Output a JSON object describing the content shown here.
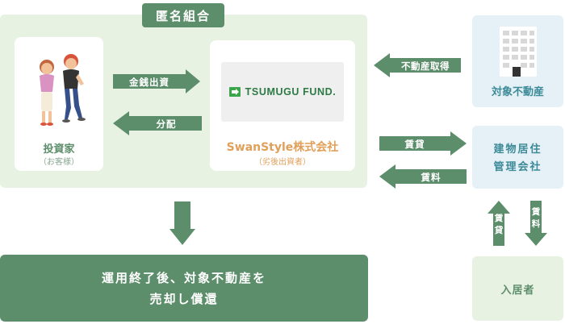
{
  "kumiai": {
    "label": "匿名組合"
  },
  "investor": {
    "label": "投資家",
    "sub": "（お客様）"
  },
  "swanstyle": {
    "logo_text": "TSUMUGU FUND.",
    "label": "SwanStyle株式会社",
    "sub": "（劣後出資者）"
  },
  "arrows": {
    "kinsen": "金銭出資",
    "bunpai": "分配",
    "shutoku": "不動産取得",
    "chintai": "賃貸",
    "chinryo": "賃料",
    "v_chintai": [
      "賃",
      "貸"
    ],
    "v_chinryo": [
      "賃",
      "料"
    ]
  },
  "property": {
    "label": "対象不動産"
  },
  "management": {
    "line1": "建物居住",
    "line2": "管理会社"
  },
  "resident": {
    "label": "入居者"
  },
  "result": {
    "line1": "運用終了後、対象不動産を",
    "line2": "売却し償還"
  },
  "colors": {
    "green": "#5d8e6b",
    "light_green": "#e8f2e3",
    "light_blue": "#e5f1f6",
    "teal": "#3d8a98"
  }
}
